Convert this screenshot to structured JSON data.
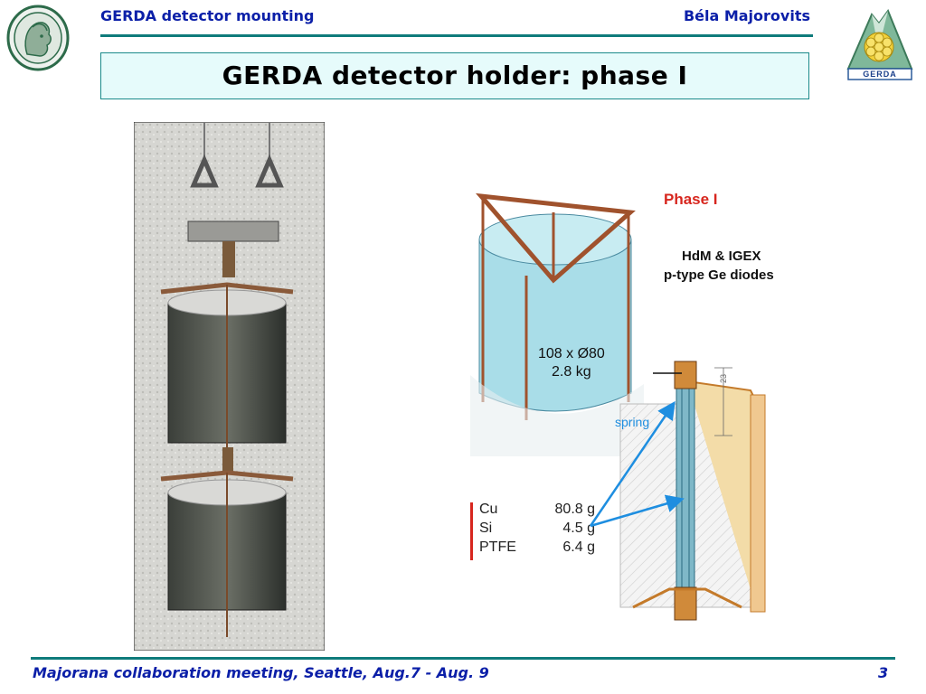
{
  "header": {
    "left": "GERDA detector mounting",
    "right": "Béla Majorovits"
  },
  "title": "GERDA detector holder: phase I",
  "logos": {
    "left": "mpi-seal",
    "right": "GERDA"
  },
  "diagram": {
    "phase": "Phase I",
    "diodes_line1": "HdM & IGEX",
    "diodes_line2": "p-type Ge diodes",
    "size": "108 x Ø80",
    "mass": "2.8 kg",
    "spring": "spring",
    "dimension": "23",
    "materials": [
      {
        "name": "Cu",
        "mass": "80.8 g"
      },
      {
        "name": "Si",
        "mass": "4.5 g"
      },
      {
        "name": "PTFE",
        "mass": "6.4 g"
      }
    ]
  },
  "footer": {
    "left": "Majorana collaboration meeting, Seattle, Aug.7 - Aug. 9",
    "page": "3"
  },
  "colors": {
    "header_text": "#0b1fa8",
    "rule": "#0e7b7b",
    "title_bg": "#e6fbfb",
    "phase": "#d7261e",
    "arrow": "#1e8ee0"
  }
}
